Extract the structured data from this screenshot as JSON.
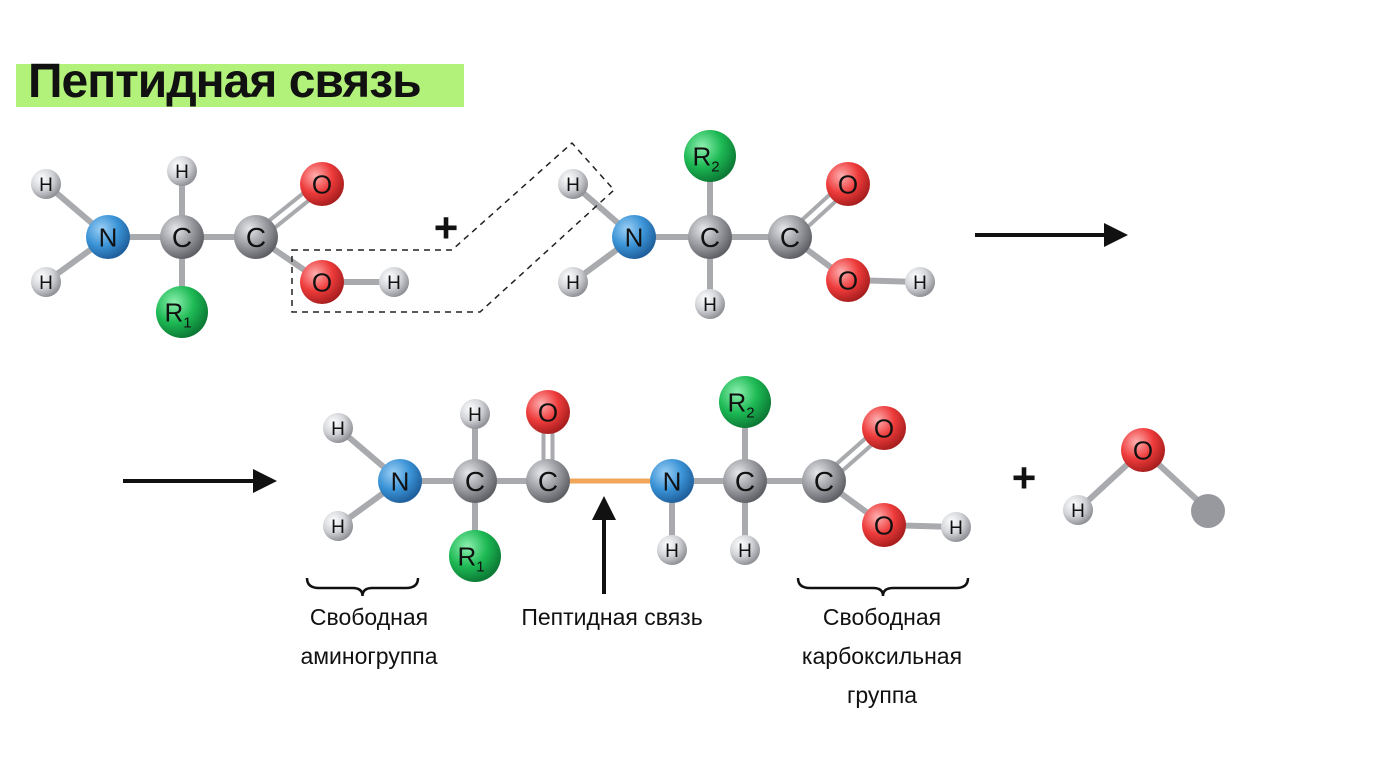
{
  "title": "Пептидная связь",
  "symbols": {
    "H": "H",
    "N": "N",
    "C": "C",
    "O": "O",
    "R": "R",
    "sub1": "1",
    "sub2": "2",
    "plus": "+"
  },
  "labels": {
    "amino_line1": "Свободная",
    "amino_line2": "аминогруппа",
    "peptide": "Пептидная связь",
    "carboxyl_line1": "Свободная",
    "carboxyl_line2": "карбоксильная",
    "carboxyl_line3": "группа"
  },
  "colors": {
    "title_highlight": "#b3f27a",
    "nitrogen": "#3a93d6",
    "carbon": "#9a9ca1",
    "oxygen": "#ee3b3b",
    "hydrogen": "#d2d4d8",
    "radical": "#1db954",
    "peptide_bond": "#f2a65a",
    "bond": "#a8aaae"
  }
}
